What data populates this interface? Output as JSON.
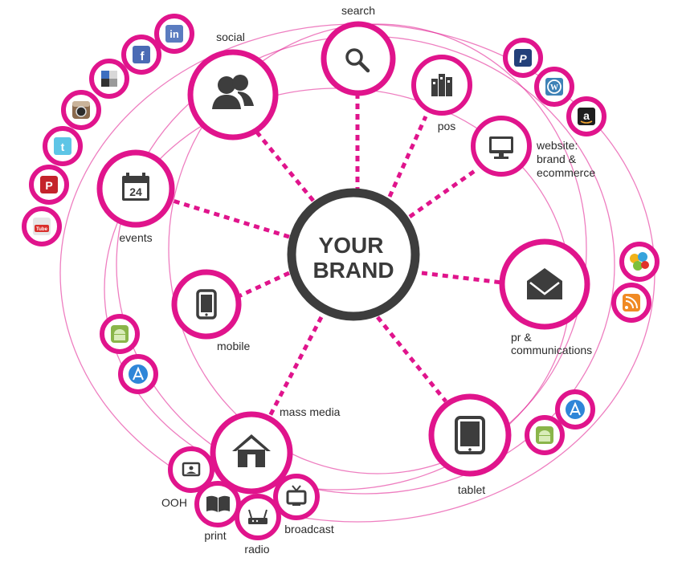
{
  "brand": {
    "line1": "YOUR",
    "line2": "BRAND"
  },
  "nodes": {
    "search": "search",
    "social": "social",
    "pos": "pos",
    "website_line1": "website:",
    "website_line2": "brand &",
    "website_line3": "ecommerce",
    "events": "events",
    "pr_line1": "pr &",
    "pr_line2": "communications",
    "mobile": "mobile",
    "mass_media": "mass media",
    "tablet": "tablet",
    "ooh": "OOH",
    "print": "print",
    "radio": "radio",
    "broadcast": "broadcast"
  },
  "social_icons": [
    "linkedin-icon",
    "facebook-icon",
    "delicious-icon",
    "instagram-icon",
    "twitter-icon",
    "pinterest-icon",
    "youtube-icon"
  ],
  "web_icons": [
    "paypal-icon",
    "wordpress-icon",
    "amazon-icon"
  ],
  "pr_icons": [
    "msn-icon",
    "rss-icon"
  ],
  "mobile_icons": [
    "android-icon",
    "app-store-icon"
  ],
  "tablet_icons": [
    "app-store-icon",
    "android-icon"
  ],
  "icon_text": {
    "linkedin": "in",
    "facebook": "f",
    "amazon": "a",
    "paypal": "P",
    "wordpress": "W",
    "twitter": "t",
    "pinterest": "P",
    "youtube": "Tube",
    "calendar_day": "24"
  },
  "colors": {
    "accent": "#e0148c",
    "icon": "#3d3d3d",
    "brand_ring": "#3d3d3d"
  }
}
